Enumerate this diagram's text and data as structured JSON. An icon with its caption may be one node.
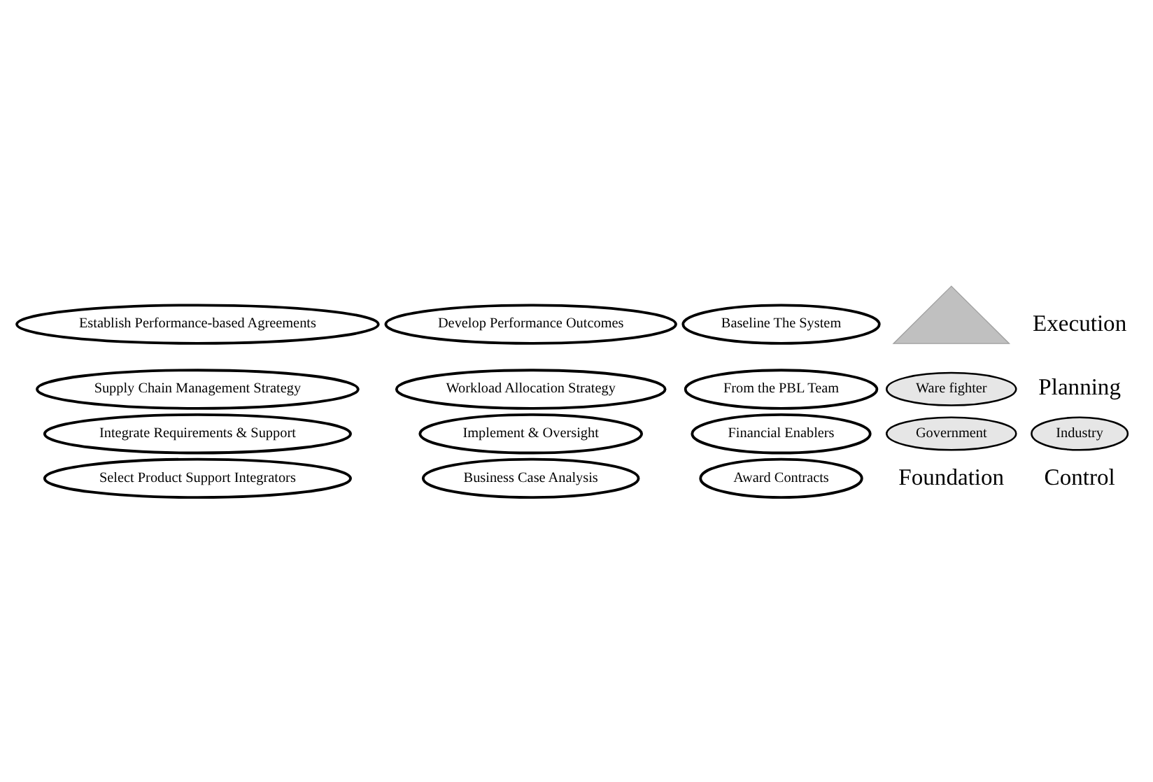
{
  "diagram": {
    "nodes": [
      {
        "text": [
          "Implement & Oversight"
        ]
      },
      {
        "text": [
          "Integrate Requirements & Support"
        ]
      },
      {
        "text": [
          "From the PBL Team"
        ]
      },
      {
        "text": [
          "Financial Enablers"
        ]
      },
      {
        "text": [
          "Baseline The System"
        ]
      },
      {
        "text": [
          "Award Contracts"
        ]
      },
      {
        "text": [
          "Develop Performance Outcomes"
        ]
      },
      {
        "text": [
          "Business Case Analysis"
        ]
      },
      {
        "text": [
          "Select Product Support Integrators"
        ]
      },
      {
        "text": [
          "Establish Performance-based Agreements"
        ]
      },
      {
        "text": [
          "Workload Allocation Strategy"
        ]
      },
      {
        "text": [
          "Supply Chain Management Strategy"
        ]
      },
      {
        "text": [
          "Ware fighter"
        ]
      },
      {
        "text": [],
        "shape": "triangle"
      },
      {
        "text": [
          "Industry"
        ]
      },
      {
        "text": [
          "Government"
        ]
      }
    ],
    "labels": [
      "Foundation",
      "Control",
      "Planning",
      "Execution"
    ]
  }
}
